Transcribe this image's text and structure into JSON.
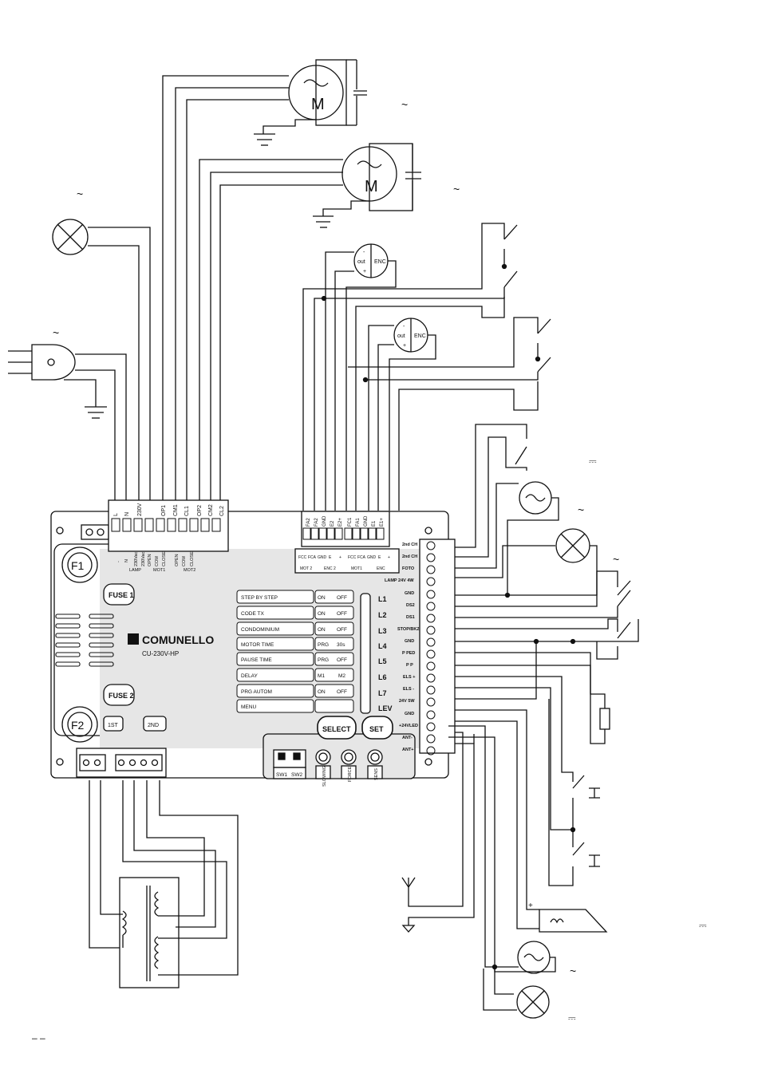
{
  "brand": {
    "name": "COMUNELLO",
    "model": "CU-230V-HP"
  },
  "motors": [
    {
      "symbol": "M",
      "ac": "~"
    },
    {
      "symbol": "M",
      "ac": "~"
    }
  ],
  "mains_label": "~",
  "lamp_label": "~",
  "encoders": [
    {
      "out": "out",
      "enc": "ENC",
      "minus": "-",
      "plus": "+"
    },
    {
      "out": "out",
      "enc": "ENC",
      "minus": "-",
      "plus": "+"
    }
  ],
  "top_terminals": [
    "L",
    "N",
    "230V",
    "OP1",
    "CM1",
    "CL1",
    "OP2",
    "CM2",
    "CL2"
  ],
  "top_terminal_sub": [
    "-",
    "N",
    "230Vac",
    "230Vac",
    "OPEN",
    "COM",
    "CLOSE",
    "OPEN",
    "COM",
    "CLOSE"
  ],
  "top_terminal_groups": [
    "LAMP",
    "MOT1",
    "MOT2"
  ],
  "enc_terminals": [
    "FA2",
    "FA2",
    "GND",
    "E2",
    "E2+",
    "FC1",
    "FA1",
    "GND",
    "E1",
    "E1+"
  ],
  "enc_sub": [
    "FCC",
    "FCA",
    "GND",
    "E",
    "+",
    "FCC",
    "FCA",
    "GND",
    "E",
    "+"
  ],
  "enc_groups": [
    "MOT 2",
    "ENC 2",
    "MOT1",
    "ENC"
  ],
  "fuses": [
    {
      "label": "FUSE 1",
      "tag": "F1"
    },
    {
      "label": "FUSE 2",
      "tag": "F2"
    }
  ],
  "menu": [
    {
      "label": "STEP BY STEP",
      "option": "ON",
      "alt": "OFF",
      "led": "L1"
    },
    {
      "label": "CODE TX",
      "option": "ON",
      "alt": "OFF",
      "led": "L2"
    },
    {
      "label": "CONDOMINIUM",
      "option": "ON",
      "alt": "OFF",
      "led": "L3"
    },
    {
      "label": "MOTOR TIME",
      "option": "PRG",
      "alt": "30s",
      "led": "L4"
    },
    {
      "label": "PAUSE TIME",
      "option": "PRG",
      "alt": "OFF",
      "led": "L5"
    },
    {
      "label": "DELAY",
      "option": "M1",
      "alt": "M2",
      "led": "L6"
    },
    {
      "label": "PRG AUTOM",
      "option": "ON",
      "alt": "OFF",
      "led": "L7"
    },
    {
      "label": "MENU",
      "option": "",
      "alt": "",
      "led": "LEV"
    }
  ],
  "buttons": {
    "select": "SELECT",
    "set": "SET"
  },
  "channels": {
    "first": "1ST",
    "second": "2ND"
  },
  "switches": {
    "sw1": "SW1",
    "sw2": "SW2"
  },
  "trimmers": [
    "SLOWING",
    "FORCE",
    "SENS"
  ],
  "right_terminals": [
    "2nd CH",
    "2nd CH",
    "FOTO",
    "LAMP 24V 4W",
    "GND",
    "DS2",
    "DS1",
    "STOP/BK2",
    "GND",
    "P PED",
    "P P",
    "ELS +",
    "ELS -",
    "24V 5W",
    "GND",
    "+24VLED",
    "ANT-",
    "ANT+"
  ],
  "dc_symbols": [
    "⎓",
    "⎓",
    "⎓"
  ],
  "ac_symbols": [
    "~",
    "~",
    "~",
    "~"
  ],
  "footer": "–  –"
}
